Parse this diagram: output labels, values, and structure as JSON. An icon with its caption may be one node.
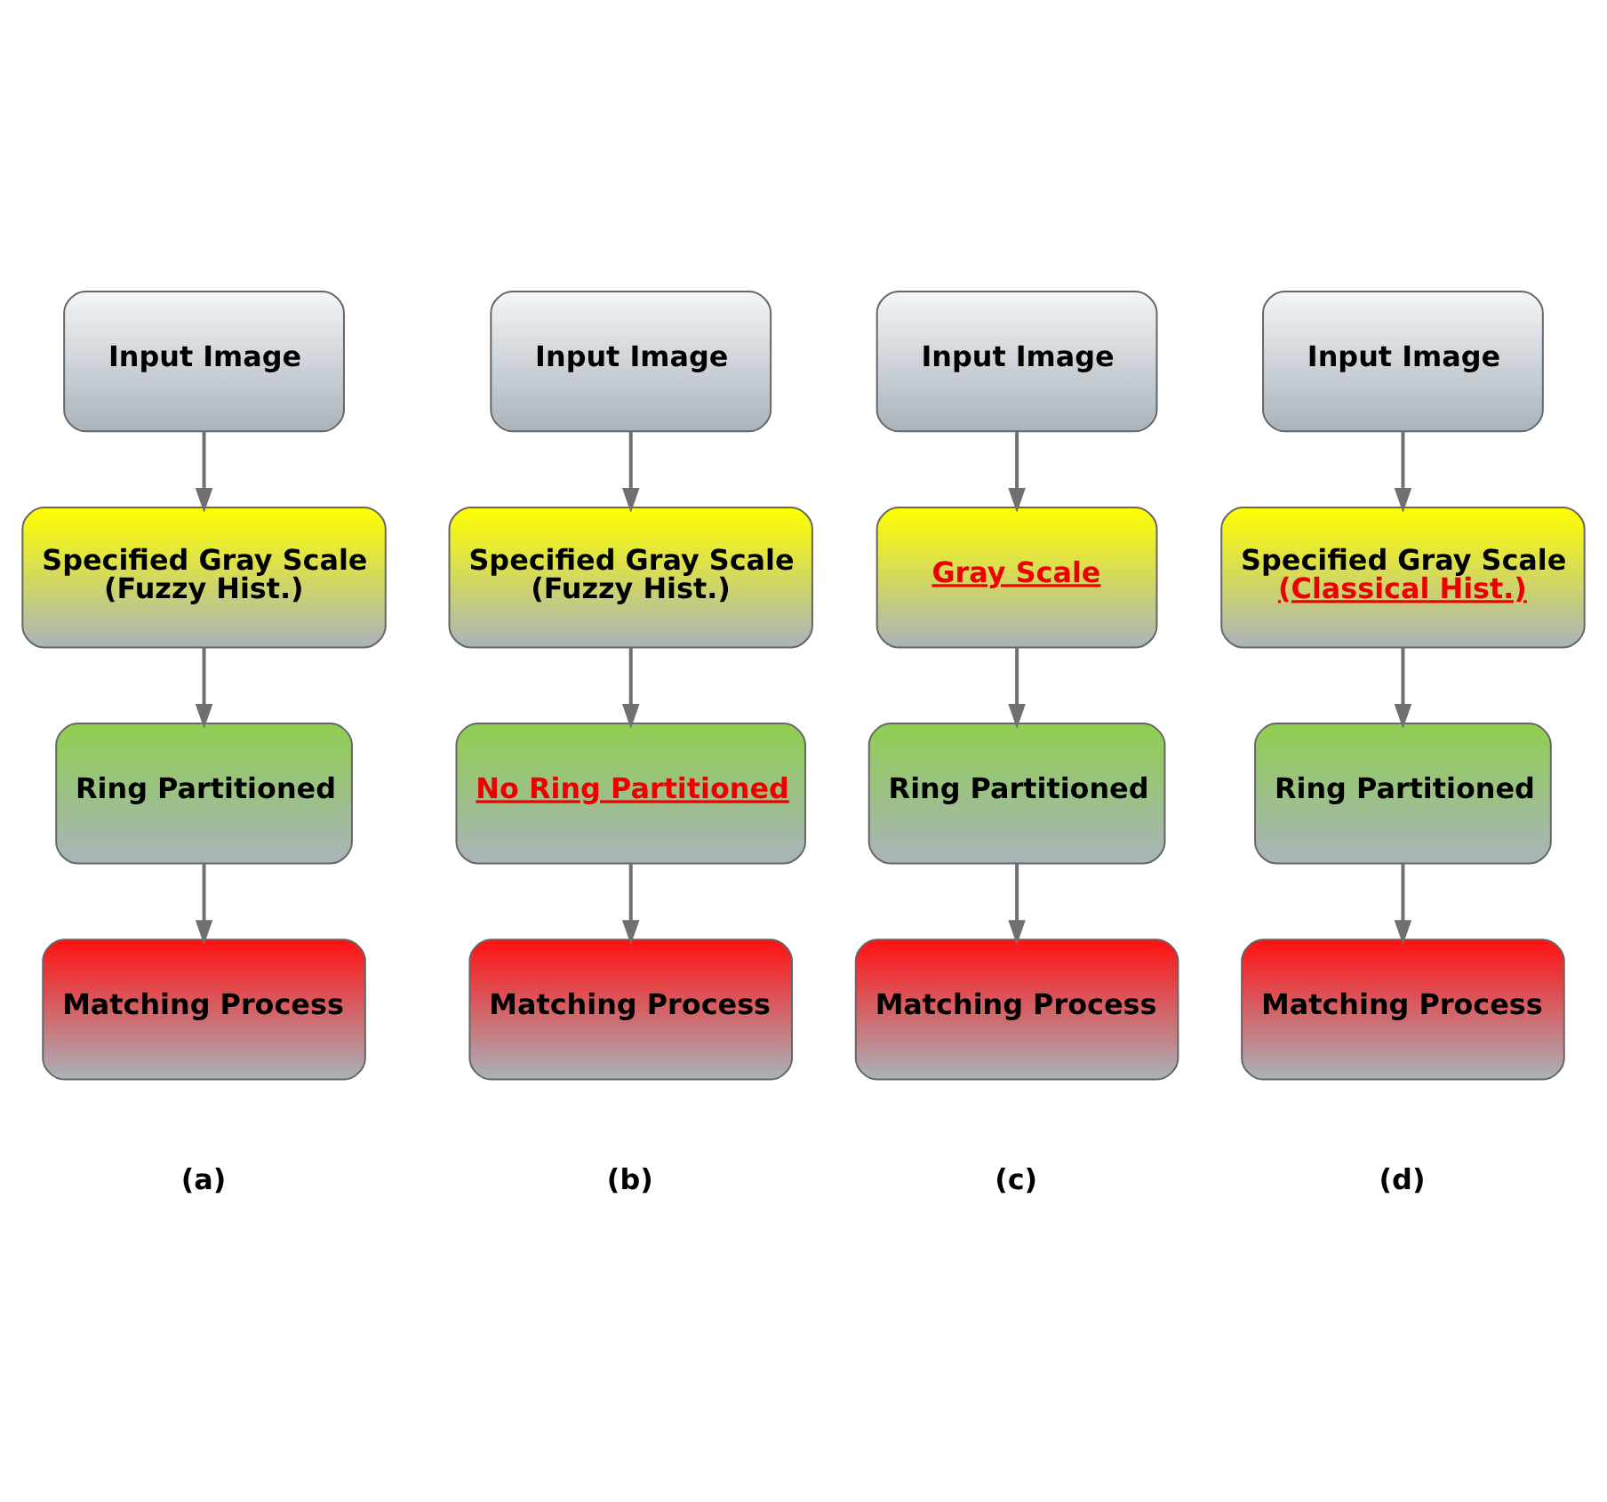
{
  "diagram": {
    "nodes": [
      {
        "text": [
          "Input Image"
        ]
      },
      {
        "text": [
          "Specified Gray Scale",
          "(Fuzzy Hist.)"
        ]
      },
      {
        "text": [
          "Ring Partitioned"
        ]
      },
      {
        "text": [
          "Matching Process"
        ]
      },
      {
        "text": [
          "Input Image"
        ]
      },
      {
        "text": [
          "Specified Gray Scale",
          "(Fuzzy Hist.)"
        ]
      },
      {
        "text": [
          "No Ring Partitioned"
        ]
      },
      {
        "text": [
          "Matching Process"
        ]
      },
      {
        "text": [
          "Input Image"
        ]
      },
      {
        "text": [
          "Gray Scale"
        ]
      },
      {
        "text": [
          "Ring Partitioned"
        ]
      },
      {
        "text": [
          "Matching Process"
        ]
      },
      {
        "text": [
          "Input Image"
        ]
      },
      {
        "text": [
          "Specified Gray Scale",
          "(Classical Hist.)"
        ]
      },
      {
        "text": [
          "Ring Partitioned"
        ]
      },
      {
        "text": [
          "Matching Process"
        ]
      }
    ],
    "edges": [
      {
        "from": 0,
        "to": 1,
        "arrow": "to"
      },
      {
        "from": 1,
        "to": 2,
        "arrow": "to"
      },
      {
        "from": 2,
        "to": 3,
        "arrow": "to"
      },
      {
        "from": 4,
        "to": 5,
        "arrow": "to"
      },
      {
        "from": 5,
        "to": 6,
        "arrow": "to"
      },
      {
        "from": 6,
        "to": 7,
        "arrow": "to"
      },
      {
        "from": 8,
        "to": 9,
        "arrow": "to"
      },
      {
        "from": 9,
        "to": 10,
        "arrow": "to"
      },
      {
        "from": 10,
        "to": 11,
        "arrow": "to"
      },
      {
        "from": 12,
        "to": 13,
        "arrow": "to"
      },
      {
        "from": 13,
        "to": 14,
        "arrow": "to"
      },
      {
        "from": 14,
        "to": 15,
        "arrow": "to"
      }
    ],
    "labels": [
      "(a)",
      "(b)",
      "(c)",
      "(d)"
    ]
  }
}
